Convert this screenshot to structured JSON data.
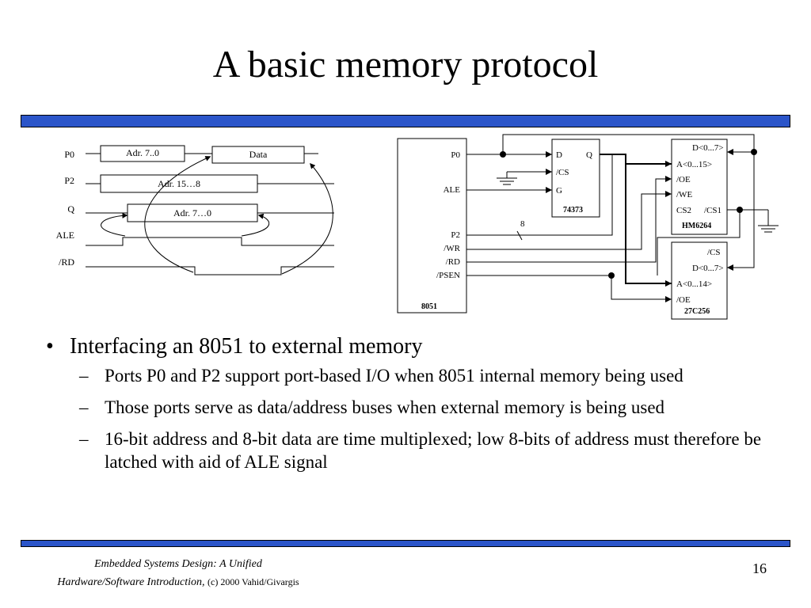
{
  "title": "A basic memory protocol",
  "timing": {
    "signals": [
      "P0",
      "P2",
      "Q",
      "ALE",
      "/RD"
    ],
    "p0_addr": "Adr. 7..0",
    "p0_data": "Data",
    "p2_addr": "Adr. 15…8",
    "q_addr": "Adr. 7…0"
  },
  "circuit": {
    "mcu": {
      "name": "8051",
      "pins": [
        "P0",
        "ALE",
        "P2",
        "/WR",
        "/RD",
        "/PSEN"
      ]
    },
    "latch": {
      "name": "74373",
      "d": "D",
      "q": "Q",
      "cs": "/CS",
      "g": "G"
    },
    "ram": {
      "name": "HM6264",
      "pins": [
        "D<0...7>",
        "A<0...15>",
        "/OE",
        "/WE"
      ],
      "cs2": "CS2",
      "cs1": "/CS1"
    },
    "rom": {
      "name": "27C256",
      "pins": [
        "/CS",
        "D<0...7>",
        "A<0...14>",
        "/OE"
      ]
    },
    "bus_width": "8"
  },
  "bullets": [
    {
      "text": "Interfacing an 8051 to external memory",
      "subs": [
        "Ports P0 and P2 support port-based I/O when 8051 internal memory being used",
        "Those ports serve as data/address buses when external memory is being used",
        "16-bit address and 8-bit data are time multiplexed; low 8-bits of address must therefore be latched with aid of ALE signal"
      ]
    }
  ],
  "footer": {
    "book_line1": "Embedded Systems Design: A Unified",
    "book_line2": "Hardware/Software Introduction,",
    "copyright": "(c) 2000 Vahid/Givargis",
    "page": "16"
  }
}
